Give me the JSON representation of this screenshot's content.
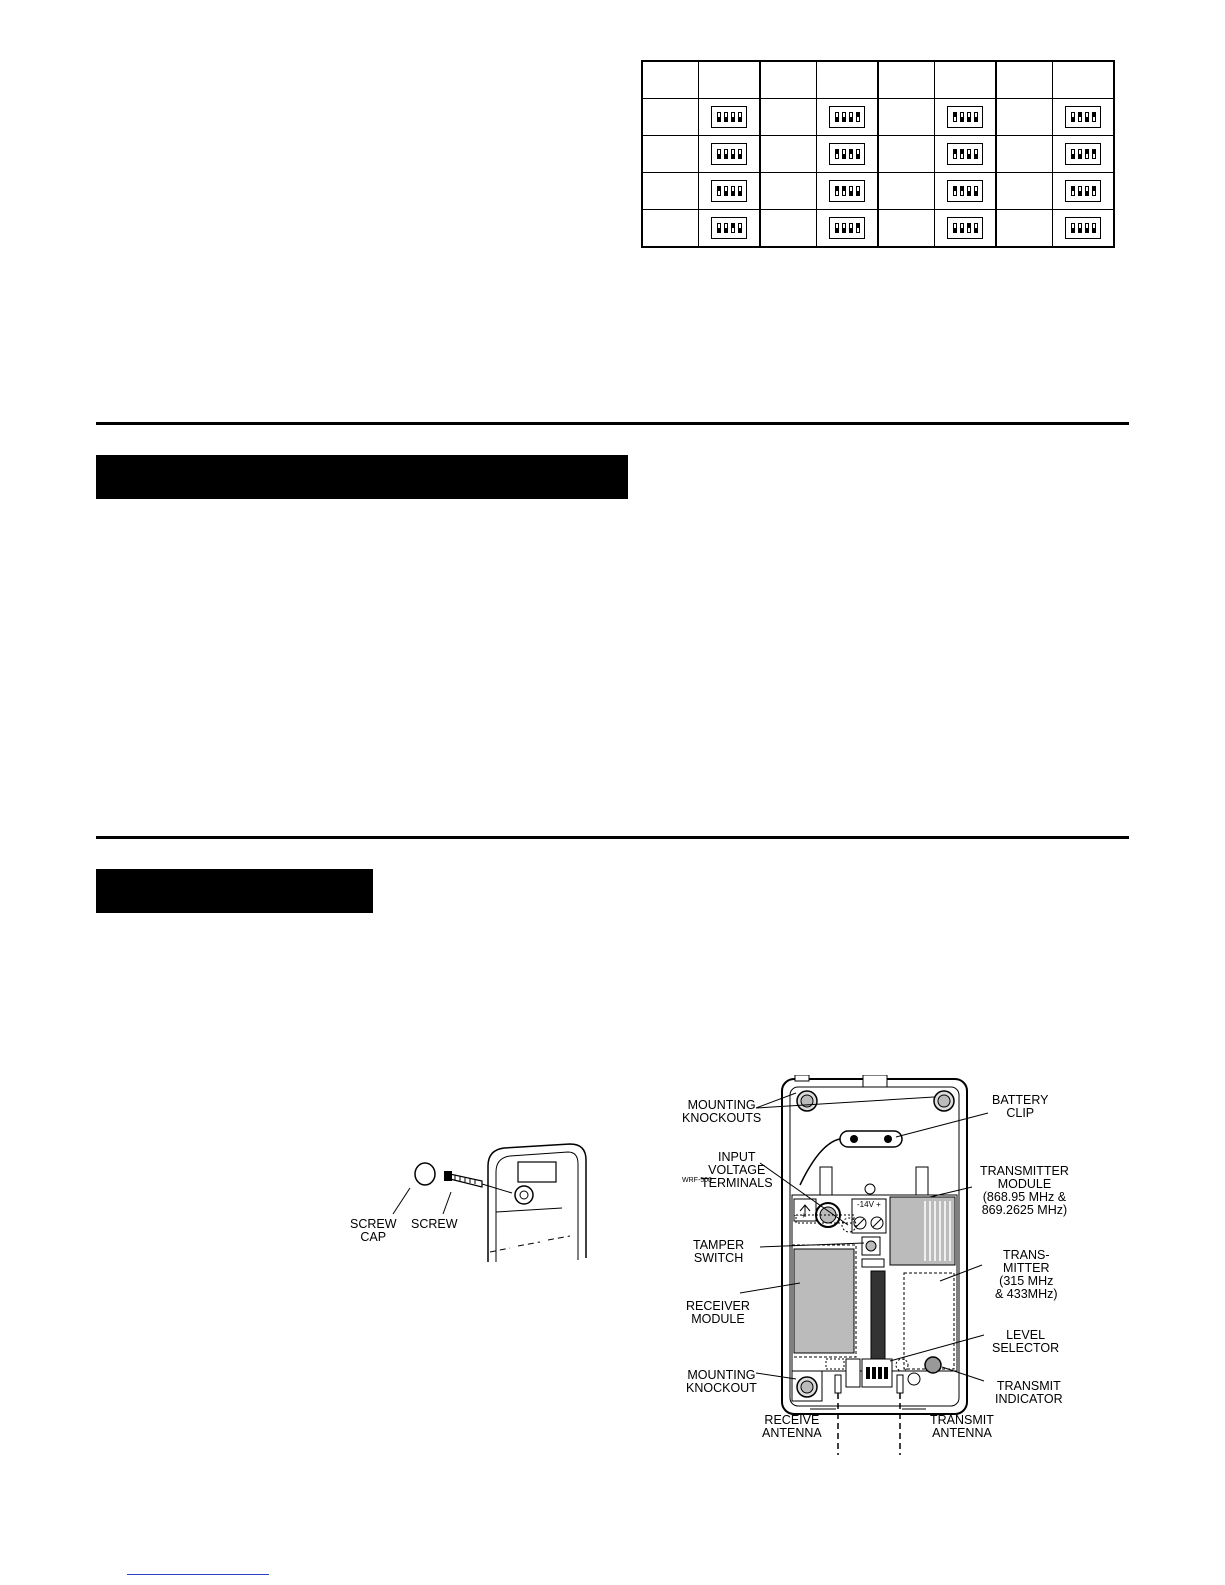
{
  "dip_table": {
    "rows": [
      [
        "dddd",
        "dddu",
        "uddd",
        "dudu"
      ],
      [
        "dddd",
        "udud",
        "uudd",
        "dduu"
      ],
      [
        "uddd",
        "uudd",
        "uudd",
        "uddu"
      ],
      [
        "ddud",
        "dddu",
        "ddud",
        "dddd"
      ]
    ]
  },
  "figure_left": {
    "labels": {
      "screw_cap": "SCREW\nCAP",
      "screw": "SCREW"
    }
  },
  "figure_right": {
    "labels": {
      "mounting_knockouts": "MOUNTING\nKNOCKOUTS",
      "battery_clip": "BATTERY\nCLIP",
      "input_voltage_terminals": "INPUT\nVOLTAGE\nTERMINALS",
      "transmitter_module": "TRANSMITTER\nMODULE\n(868.95 MHz &\n869.2625 MHz)",
      "tamper_switch": "TAMPER\nSWITCH",
      "transmitter_315": "TRANS-\nMITTER\n(315 MHz\n& 433MHz)",
      "receiver_module": "RECEIVER\nMODULE",
      "level_selector": "LEVEL\nSELECTOR",
      "mounting_knockout": "MOUNTING\nKNOCKOUT",
      "transmit_indicator": "TRANSMIT\nINDICATOR",
      "receive_antenna": "RECEIVE\nANTENNA",
      "transmit_antenna": "TRANSMIT\nANTENNA",
      "voltage_marking": "-14V +",
      "model_marking": "WRF-500",
      "polarity_marking": "−  +"
    }
  }
}
